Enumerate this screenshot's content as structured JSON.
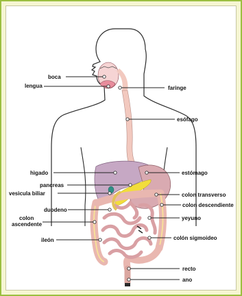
{
  "labels": {
    "boca": "boca",
    "lengua": "lengua",
    "faringe": "faringe",
    "esofago": "esófago",
    "higado": "hìgado",
    "estomago": "estómago",
    "pancreas": "pancreas",
    "vesicula": "vesìcula biliar",
    "colon_transverso": "colon transverso",
    "colon_descendiente": "colon descendiente",
    "duodeno": "duodeno",
    "colon_ascendente_1": "colon",
    "colon_ascendente_2": "ascendente",
    "yeyuno": "yeyuno",
    "ileon": "ileón",
    "colon_sigmoideo": "colón sigmoideo",
    "recto": "recto",
    "ano": "ano"
  },
  "colors": {
    "frame_bg": "#f6f6d2",
    "frame_border": "#9bbf40",
    "outline": "#2a2a2a",
    "esophagus": "#f2c9bf",
    "liver": "#c6a8c4",
    "stomach": "#d9aab1",
    "pancreas": "#f2dd3c",
    "gallbladder": "#2e8f86",
    "colon": "#e9b7b0",
    "colon_band": "#f7e09a",
    "intestine": "#d9a0a4",
    "mouth": "#e88c9c"
  }
}
